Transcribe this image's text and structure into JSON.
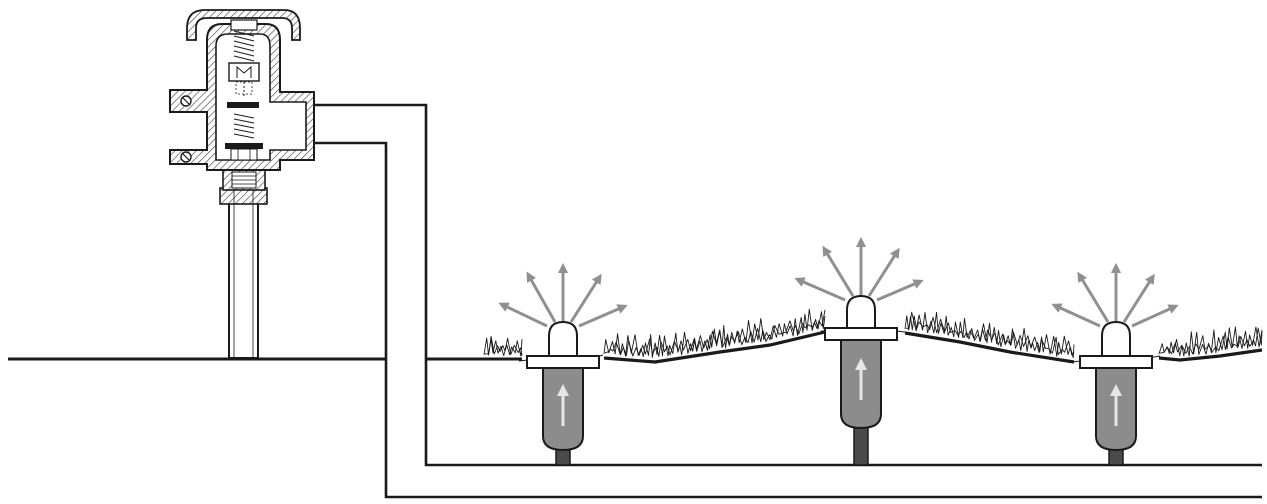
{
  "diagram": {
    "kind": "irrigation-system-schematic",
    "components": [
      "backflow-preventer-valve",
      "supply-pipe",
      "ground-surface",
      "lawn-turf",
      "pop-up-sprinkler-heads",
      "buried-lateral-pipes"
    ],
    "sprinkler_count": 3,
    "colors": {
      "line": "#1a1a1a",
      "sprinkler_body": "#8c8c8c",
      "sprinkler_riser": "#4a4a4a",
      "spray_arrows": "#909090",
      "flow_arrow": "#e6e6e6",
      "valve_hatch": "#555555",
      "background": "#ffffff"
    },
    "icons": {
      "spray": "arrow-icon",
      "water_flow": "up-arrow-icon"
    }
  }
}
